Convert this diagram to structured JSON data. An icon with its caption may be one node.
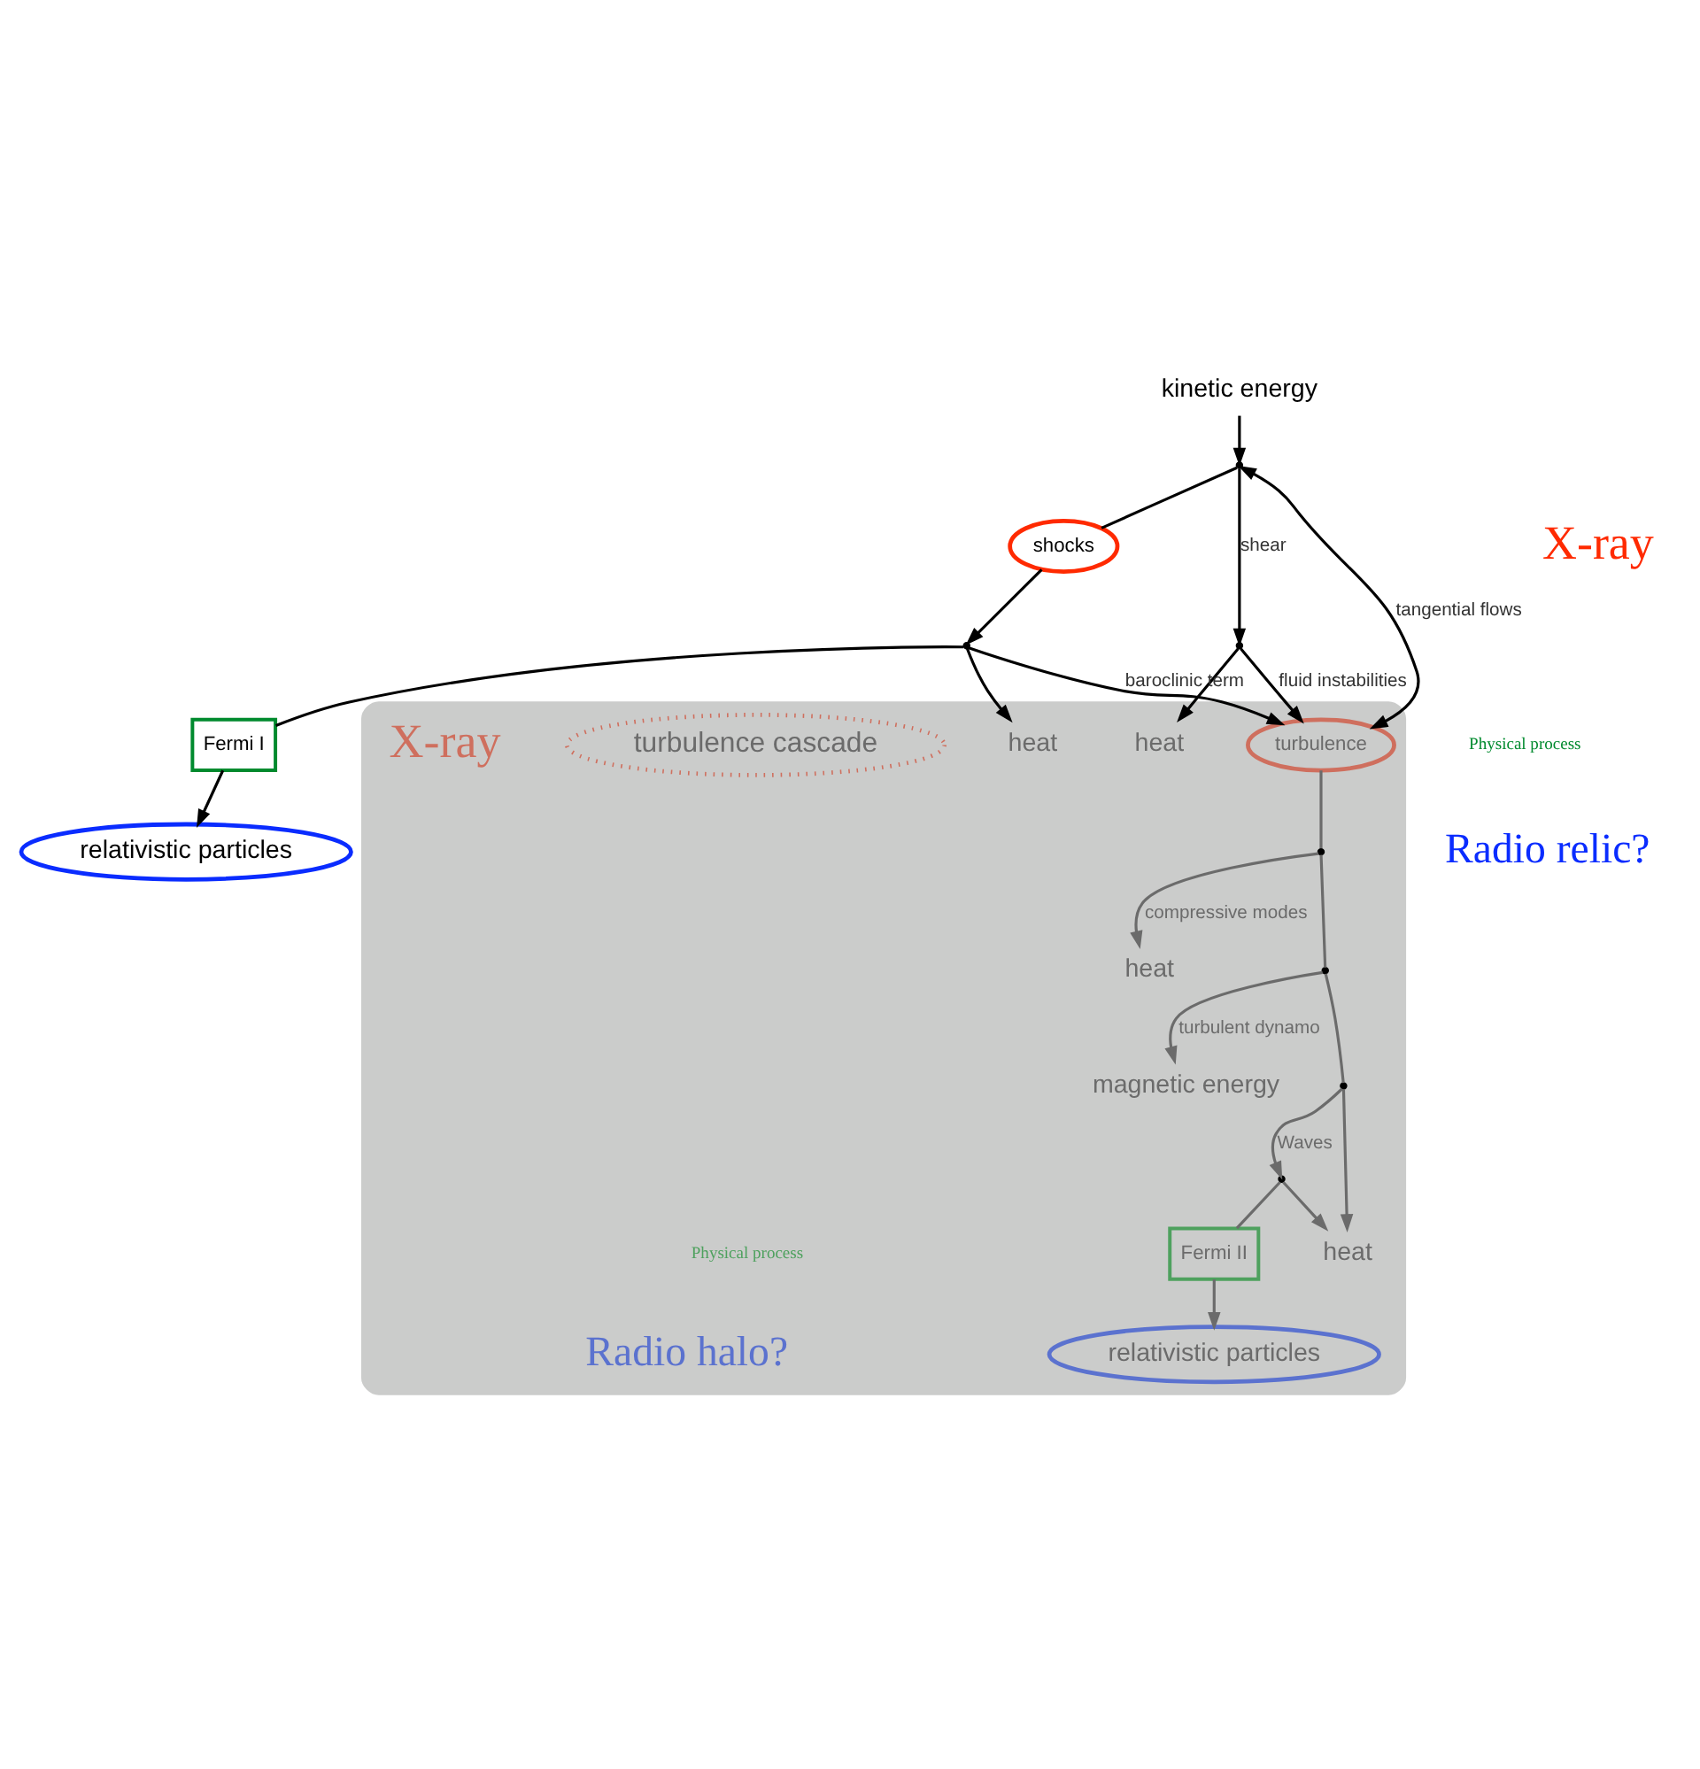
{
  "diagram": {
    "nodes": [
      {
        "text": [
          "kinetic energy"
        ]
      },
      {
        "text": [],
        "shape": "point"
      },
      {
        "text": [
          "shocks"
        ]
      },
      {
        "text": [],
        "shape": "point"
      },
      {
        "text": [],
        "shape": "point"
      },
      {
        "text": [
          "Fermi I"
        ]
      },
      {
        "text": [
          "relativistic particles"
        ]
      },
      {
        "text": [],
        "shape": "box"
      },
      {
        "text": [
          "heat"
        ],
        "in": 7
      },
      {
        "text": [
          "turbulence"
        ],
        "in": 7
      },
      {
        "text": [
          "heat"
        ],
        "in": 7
      },
      {
        "text": [
          "turbulence cascade"
        ],
        "in": 7
      },
      {
        "text": [],
        "shape": "point",
        "in": 7
      },
      {
        "text": [
          "heat"
        ],
        "in": 7
      },
      {
        "text": [],
        "shape": "point",
        "in": 7
      },
      {
        "text": [
          "magnetic energy"
        ],
        "in": 7
      },
      {
        "text": [],
        "shape": "point",
        "in": 7
      },
      {
        "text": [],
        "shape": "point",
        "in": 7
      },
      {
        "text": [
          "Fermi II"
        ],
        "in": 7
      },
      {
        "text": [
          "heat"
        ],
        "in": 7
      },
      {
        "text": [
          "relativistic particles"
        ],
        "in": 7
      }
    ],
    "edges": [
      {
        "from": 0,
        "to": 1,
        "arrow": "to"
      },
      {
        "from": 1,
        "to": 3,
        "arrow": "to",
        "label": "shear"
      },
      {
        "from": 1,
        "to": 2,
        "arrow": "none"
      },
      {
        "from": 2,
        "to": 4,
        "arrow": "to"
      },
      {
        "from": 1,
        "to": 9,
        "arrow": "both",
        "label": "tangential flows"
      },
      {
        "from": 3,
        "to": 8,
        "arrow": "to"
      },
      {
        "from": 3,
        "to": 9,
        "arrow": "to",
        "label": "fluid instabilities"
      },
      {
        "from": 4,
        "to": 10,
        "arrow": "to"
      },
      {
        "from": 4,
        "to": 9,
        "arrow": "to",
        "label": "baroclinic term"
      },
      {
        "from": 4,
        "to": 5,
        "arrow": "none"
      },
      {
        "from": 5,
        "to": 6,
        "arrow": "to"
      },
      {
        "from": 9,
        "to": 12,
        "arrow": "none",
        "color": "#6b6b6b"
      },
      {
        "from": 12,
        "to": 13,
        "arrow": "to",
        "label": "compressive modes",
        "color": "#6b6b6b"
      },
      {
        "from": 12,
        "to": 14,
        "arrow": "none",
        "color": "#6b6b6b"
      },
      {
        "from": 14,
        "to": 15,
        "arrow": "to",
        "label": "turbulent dynamo",
        "color": "#6b6b6b"
      },
      {
        "from": 14,
        "to": 16,
        "arrow": "none",
        "color": "#6b6b6b"
      },
      {
        "from": 16,
        "to": 17,
        "arrow": "to",
        "label": "Waves",
        "color": "#6b6b6b"
      },
      {
        "from": 16,
        "to": 19,
        "arrow": "to",
        "color": "#6b6b6b"
      },
      {
        "from": 17,
        "to": 19,
        "arrow": "to",
        "color": "#6b6b6b"
      },
      {
        "from": 17,
        "to": 18,
        "arrow": "none",
        "color": "#6b6b6b"
      },
      {
        "from": 18,
        "to": 20,
        "arrow": "to",
        "color": "#6b6b6b"
      }
    ],
    "labels": [
      "X-ray",
      "Physical process",
      "Radio relic?",
      "X-ray",
      "Physical process",
      "Radio halo?"
    ]
  }
}
